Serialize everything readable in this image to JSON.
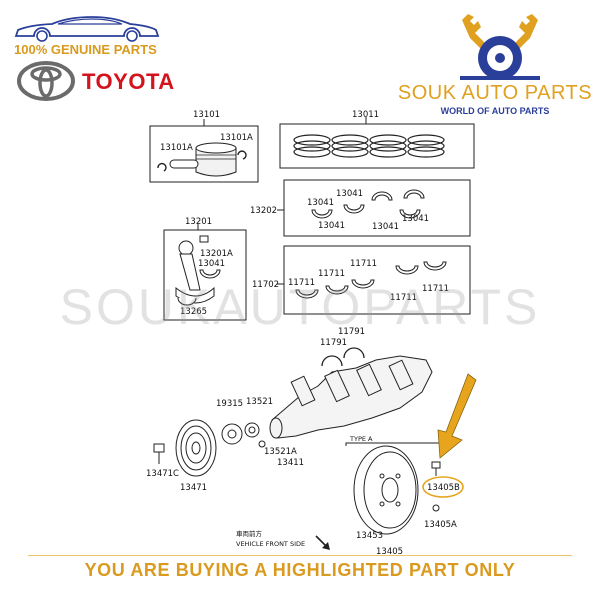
{
  "header": {
    "genuine_text": "100% GENUINE PARTS",
    "brand": "TOYOTA"
  },
  "seller": {
    "name": "SOUK AUTO PARTS",
    "tagline": "WORLD OF AUTO PARTS"
  },
  "watermark": "SOUKAUTOPARTS",
  "diagram": {
    "labels": {
      "piston": "13101",
      "piston_pin_clip_1": "13101A",
      "piston_pin_clip_2": "13101A",
      "ring_set": "13011",
      "bearing_group_a": "13202",
      "bearing_a1": "13041",
      "bearing_a2": "13041",
      "bearing_a3": "13041",
      "bearing_a4": "13041",
      "bearing_a5": "13041",
      "rod_assy": "13201",
      "rod_bushing": "13201A",
      "rod_bearing": "13041",
      "rod_bolt": "13265",
      "main_bearing_group": "11702",
      "main_bearing_1": "11711",
      "main_bearing_2": "11711",
      "main_bearing_3": "11711",
      "main_bearing_4": "11711",
      "main_bearing_5": "11711",
      "thrust_washer_1": "11791",
      "thrust_washer_2": "11791",
      "key": "19315",
      "gear": "13521",
      "gear_washer": "13521A",
      "crankshaft": "13411",
      "pulley_bolt": "13471C",
      "pulley": "13471",
      "flywheel_bolt": "13405B",
      "flywheel_pin": "13405A",
      "flywheel_ring": "13453",
      "flywheel": "13405",
      "type_label": "TYPE A",
      "front_label_jp": "車両前方",
      "front_label_en": "VEHICLE FRONT SIDE"
    }
  },
  "footer": "YOU ARE BUYING A HIGHLIGHTED PART ONLY",
  "colors": {
    "gold": "#d99a1e",
    "toyota_red": "#d4141c",
    "navy": "#2a3f9a",
    "highlight_arrow": "#e6a51c"
  }
}
